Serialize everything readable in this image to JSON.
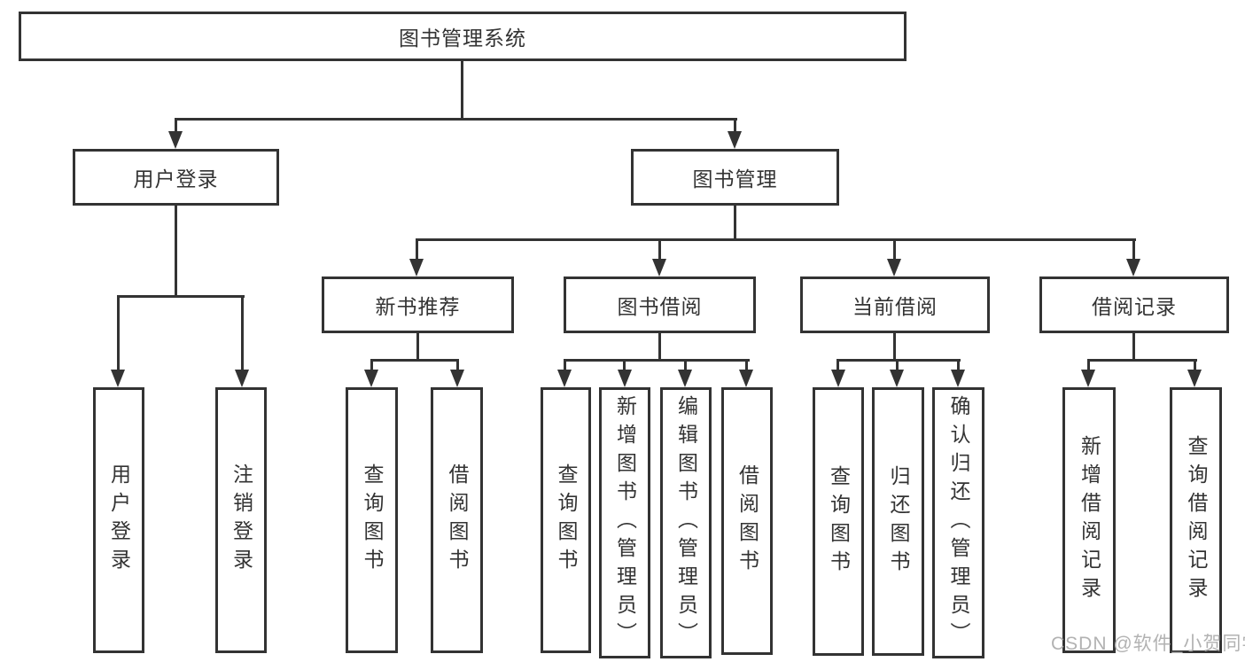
{
  "colors": {
    "line": "#333333",
    "text": "#333333",
    "background": "#ffffff",
    "watermark": "#b2b2b2"
  },
  "tree": {
    "label": "图书管理系统",
    "children": [
      {
        "label": "用户登录",
        "children": [
          {
            "label": "用户登录"
          },
          {
            "label": "注销登录"
          }
        ]
      },
      {
        "label": "图书管理",
        "children": [
          {
            "label": "新书推荐",
            "children": [
              {
                "label": "查询图书"
              },
              {
                "label": "借阅图书"
              }
            ]
          },
          {
            "label": "图书借阅",
            "children": [
              {
                "label": "查询图书"
              },
              {
                "label": "新增图书（管理员）"
              },
              {
                "label": "编辑图书（管理员）"
              },
              {
                "label": "借阅图书"
              }
            ]
          },
          {
            "label": "当前借阅",
            "children": [
              {
                "label": "查询图书"
              },
              {
                "label": "归还图书"
              },
              {
                "label": "确认归还（管理员）"
              }
            ]
          },
          {
            "label": "借阅记录",
            "children": [
              {
                "label": "新增借阅记录"
              },
              {
                "label": "查询借阅记录"
              }
            ]
          }
        ]
      }
    ]
  },
  "watermark": {
    "text": "CSDN @软件_小贺同学"
  }
}
